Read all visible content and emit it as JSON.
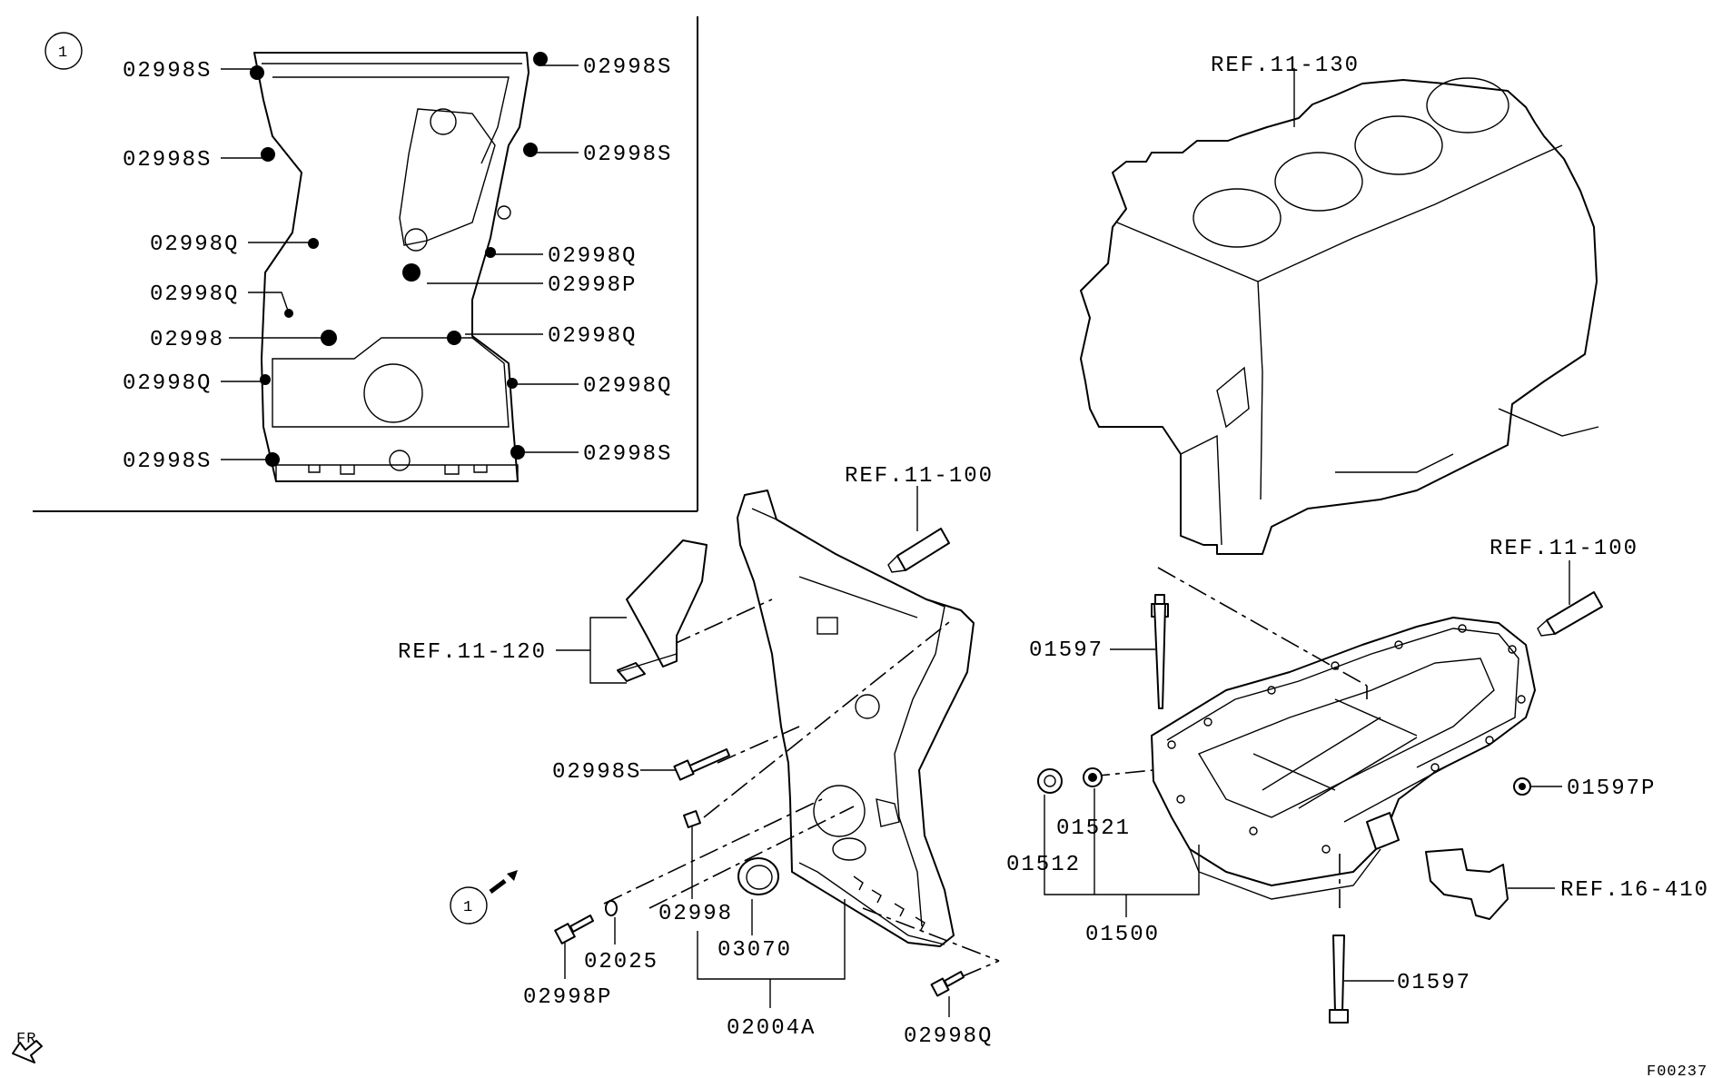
{
  "inset": {
    "callout": "1",
    "labels": {
      "s_top_left": "02998S",
      "s_top_right": "02998S",
      "s_upper_left": "02998S",
      "s_upper_right": "02998S",
      "q_left_1": "02998Q",
      "q_right_1": "02998Q",
      "q_left_2": "02998Q",
      "p_right": "02998P",
      "plain_left": "02998",
      "q_right_2": "02998Q",
      "q_left_3": "02998Q",
      "q_right_3": "02998Q",
      "s_bottom_left": "02998S",
      "s_bottom_right": "02998S"
    }
  },
  "main": {
    "ref_11_100_a": "REF.11-100",
    "ref_11_120": "REF.11-120",
    "ref_11_130": "REF.11-130",
    "ref_11_100_b": "REF.11-100",
    "ref_16_410": "REF.16-410",
    "bolt_02998s": "02998S",
    "bolt_02998": "02998",
    "seal_03070": "03070",
    "cover_02004a": "02004A",
    "gasket_02025": "02025",
    "bolt_02998p": "02998P",
    "bolt_02998q": "02998Q",
    "callout": "1",
    "bolt_01597_top": "01597",
    "bolt_01597_bottom": "01597",
    "bolt_01597p": "01597P",
    "plug_01512": "01512",
    "washer_01521": "01521",
    "pan_01500": "01500",
    "fr_label": "FR",
    "figure_code": "F00237"
  },
  "icons": [
    "front-arrow-icon",
    "callout-circle-icon",
    "view-arrow-icon"
  ]
}
